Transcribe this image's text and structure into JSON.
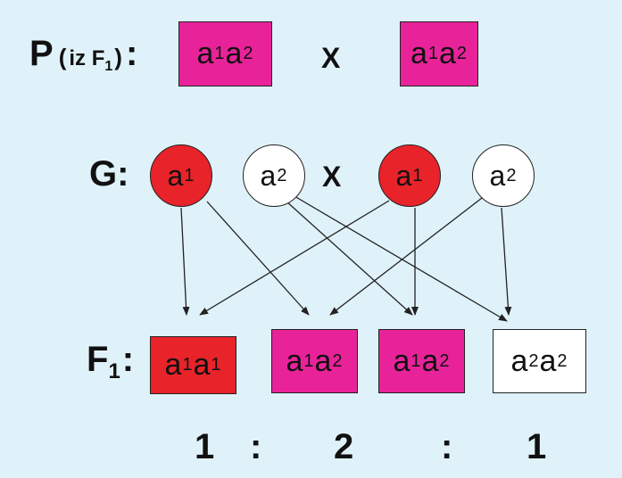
{
  "colors": {
    "background": "#e0f2f9",
    "heterozygote": "#e8239a",
    "dominant": "#e8232a",
    "recessive": "#ffffff",
    "line": "#222222"
  },
  "parents": {
    "label_main": "P",
    "label_paren_open": "(",
    "label_iz": "iz F",
    "label_iz_sub": "1",
    "label_paren_close": ")",
    "label_colon": ":",
    "cross": "X",
    "parent1": {
      "allele1": "a",
      "sub1": "1",
      "allele2": "a",
      "sub2": "2"
    },
    "parent2": {
      "allele1": "a",
      "sub1": "1",
      "allele2": "a",
      "sub2": "2"
    }
  },
  "gametes": {
    "label": "G:",
    "cross": "X",
    "items": [
      {
        "allele": "a",
        "sub": "1",
        "color": "dominant"
      },
      {
        "allele": "a",
        "sub": "2",
        "color": "recessive"
      },
      {
        "allele": "a",
        "sub": "1",
        "color": "dominant"
      },
      {
        "allele": "a",
        "sub": "2",
        "color": "recessive"
      }
    ]
  },
  "offspring": {
    "label_main": "F",
    "label_sub": "1",
    "label_colon": ":",
    "items": [
      {
        "allele1": "a",
        "sub1": "1",
        "allele2": "a",
        "sub2": "1",
        "color": "dominant"
      },
      {
        "allele1": "a",
        "sub1": "1",
        "allele2": "a",
        "sub2": "2",
        "color": "heterozygote"
      },
      {
        "allele1": "a",
        "sub1": "1",
        "allele2": "a",
        "sub2": "2",
        "color": "heterozygote"
      },
      {
        "allele1": "a",
        "sub1": "2",
        "allele2": "a",
        "sub2": "2",
        "color": "recessive"
      }
    ]
  },
  "ratio": {
    "v1": "1",
    "sep1": ":",
    "v2": "2",
    "sep2": ":",
    "v3": "1"
  }
}
